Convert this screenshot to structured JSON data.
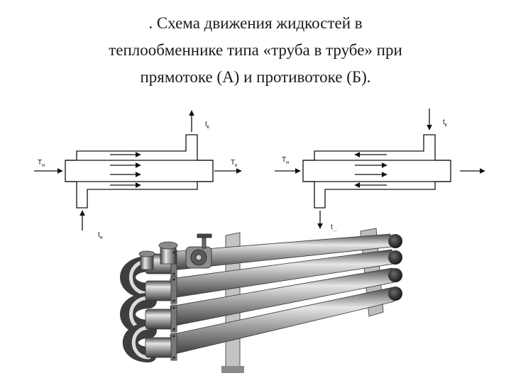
{
  "slide": {
    "title_lines": [
      ". Схема движения жидкостей в",
      "теплообменнике типа «труба в трубе» при",
      "прямотоке (А) и противотоке (Б)."
    ]
  },
  "diagram_a": {
    "t_k_top": {
      "main": "t",
      "sub": "к"
    },
    "t_n_left": {
      "main": "T",
      "sub": "н"
    },
    "t_k_right": {
      "main": "T",
      "sub": "к"
    },
    "t_n_bottom": {
      "main": "t",
      "sub": "н"
    }
  },
  "diagram_b": {
    "t_k_top": {
      "main": "t",
      "sub": "к"
    },
    "t_n_left": {
      "main": "T",
      "sub": "н"
    },
    "t_bottom": {
      "main": "t",
      "sub": "..."
    }
  },
  "illustration": {
    "subject": "heat-exchanger-photo",
    "colors": {
      "steel_light": "#e3e3e3",
      "steel_mid": "#9a9a9a",
      "steel_dark": "#4a4a4a",
      "frame": "#b5b5b5"
    }
  }
}
